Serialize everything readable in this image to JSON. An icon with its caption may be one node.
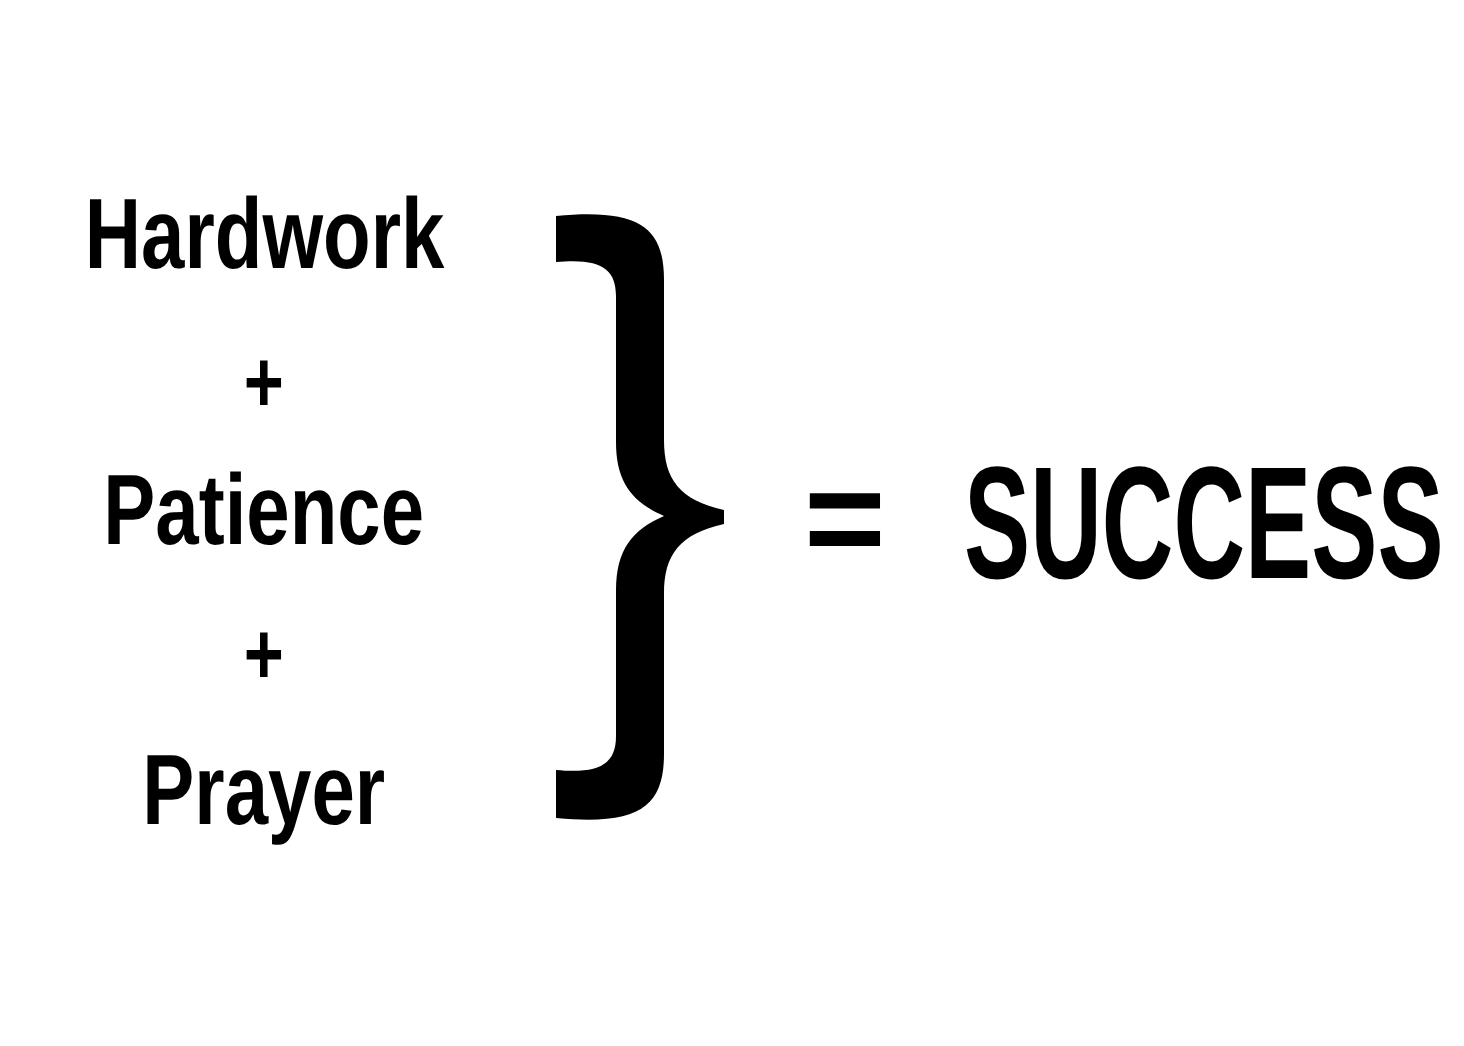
{
  "diagram": {
    "labels": [
      "Hardwork",
      "+",
      "Patience",
      "+",
      "Prayer",
      "=",
      "SUCCESS"
    ]
  }
}
